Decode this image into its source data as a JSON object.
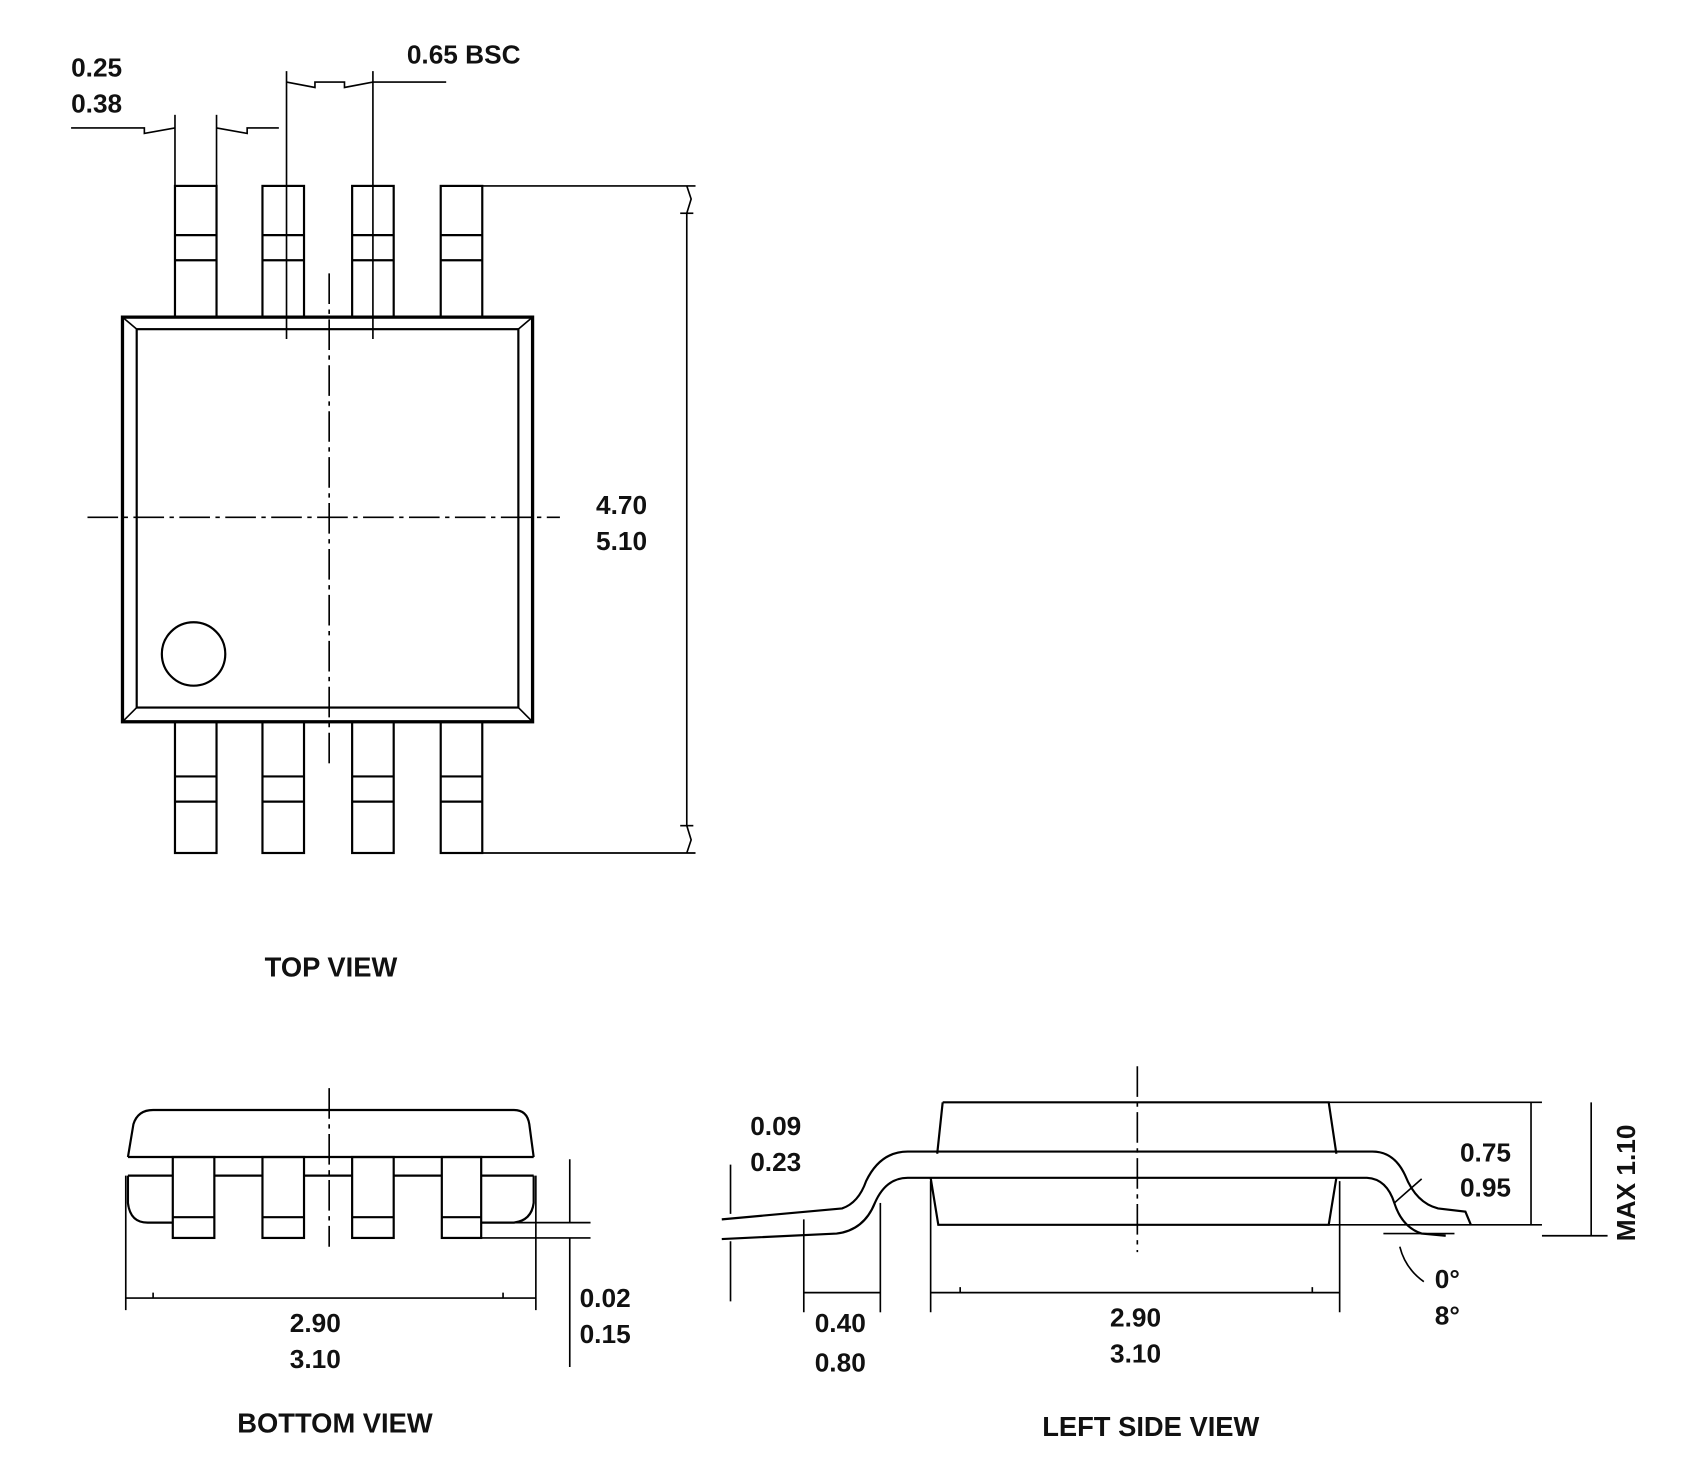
{
  "top_view": {
    "title": "TOP VIEW",
    "lead_width": {
      "min": "0.25",
      "max": "0.38"
    },
    "pitch": "0.65 BSC",
    "overall_length": {
      "min": "4.70",
      "max": "5.10"
    }
  },
  "bottom_view": {
    "title": "BOTTOM VIEW",
    "body_width": {
      "min": "2.90",
      "max": "3.10"
    },
    "standoff": {
      "min": "0.02",
      "max": "0.15"
    }
  },
  "left_side_view": {
    "title": "LEFT SIDE VIEW",
    "lead_thickness": {
      "min": "0.09",
      "max": "0.23"
    },
    "body_height": {
      "min": "0.75",
      "max": "0.95"
    },
    "max_height": "MAX 1.10",
    "lead_angle": {
      "min": "0°",
      "max": "8°"
    },
    "foot_length": {
      "min": "0.40",
      "max": "0.80"
    },
    "body_length": {
      "min": "2.90",
      "max": "3.10"
    }
  }
}
